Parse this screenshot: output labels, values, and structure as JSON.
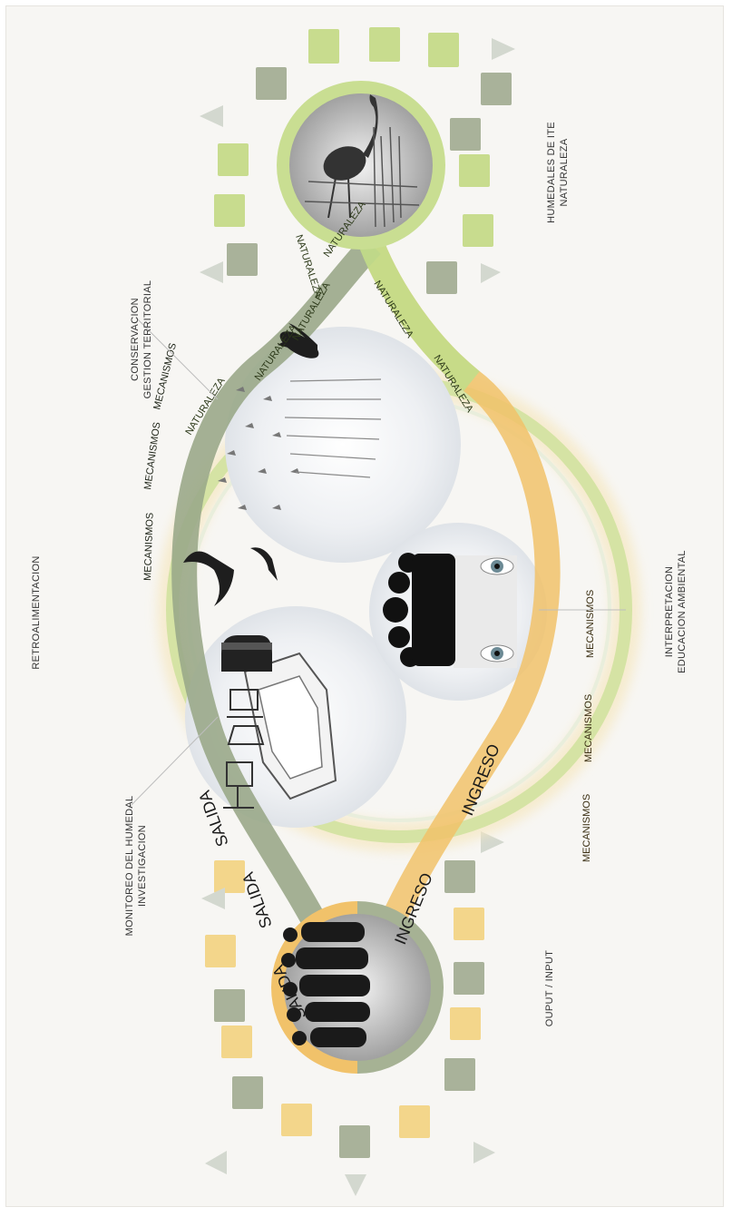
{
  "labels": {
    "retro": "RETROALIMENTACION",
    "conservacion_1": "CONSERVACION",
    "conservacion_2": "GESTION TERRITORIAL",
    "monitoreo_1": "MONITOREO DEL HUMEDAL",
    "monitoreo_2": "INVESTIGACION",
    "interpretacion_1": "INTERPRETACION",
    "interpretacion_2": "EDUCACION AMBIENTAL",
    "humedales_1": "HUMEDALES DE ITE",
    "humedales_2": "NATURALEZA",
    "ouput": "OUPUT  /  INPUT"
  },
  "ring_words": {
    "naturaleza": "NATURALEZA",
    "mecanismos": "MECANISMOS",
    "salida": "SALIDA",
    "ingreso": "INGRESO"
  },
  "icons": {
    "top": "wetland-birds-icon",
    "people": "people-silhouettes-icon",
    "lab": "laboratory-icon",
    "eyes": "audience-eyes-icon",
    "heron": "heron-wetland-icon"
  },
  "colors": {
    "green": "#c2dd8a",
    "gray_green": "#9aa88a",
    "orange": "#f1c26a",
    "dark": "#222222"
  }
}
